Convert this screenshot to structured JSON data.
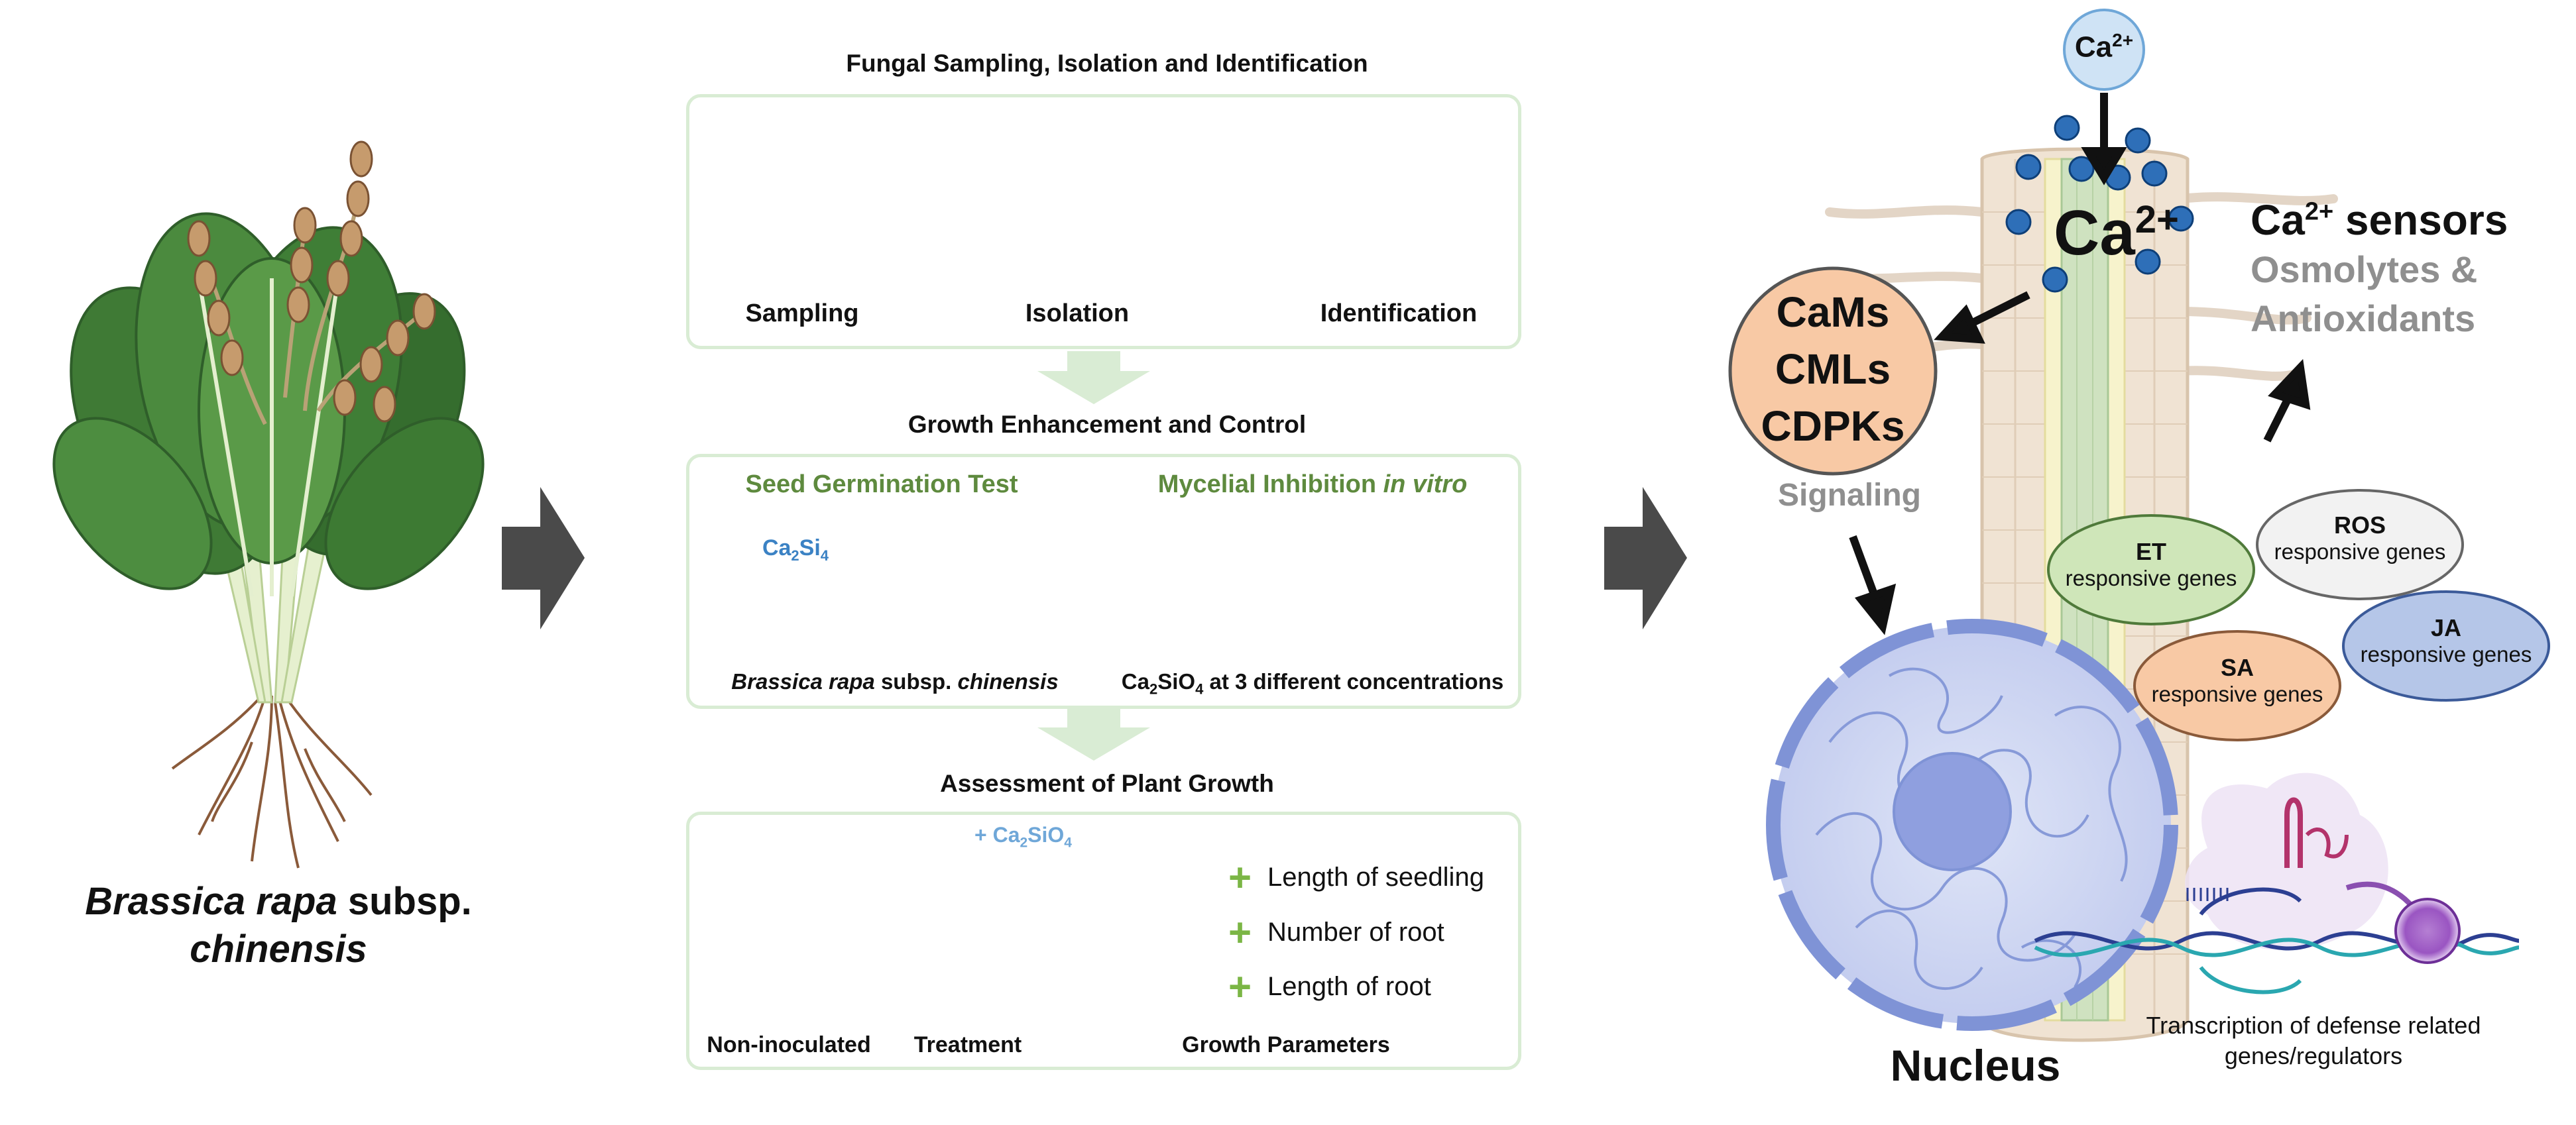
{
  "plant": {
    "name_line1_italic": "Brassica rapa",
    "name_line1_rest": " subsp.",
    "name_line2": "chinensis"
  },
  "workflow": {
    "sampling_title": "Fungal Sampling, Isolation and Identification",
    "steps": [
      "Sampling",
      "Isolation",
      "Identification"
    ],
    "growth_title": "Growth Enhancement and Control",
    "seed_test": "Seed Germination Test",
    "mycelial_inhibition": "Mycelial Inhibition ",
    "mycelial_inhibition_italic": "in vitro",
    "ca2si4_label": "Ca",
    "ca2si4_sub1": "2",
    "ca2si4_mid": "Si",
    "ca2si4_sub2": "4",
    "seed_caption_italic": "Brassica rapa",
    "seed_caption_mid": " subsp. ",
    "seed_caption_italic2": "chinensis",
    "conc_caption_a": "Ca",
    "conc_caption_sub1": "2",
    "conc_caption_b": "SiO",
    "conc_caption_sub2": "4",
    "conc_caption_c": " at 3 different concentrations",
    "assessment_title": "Assessment of Plant Growth",
    "plus_casio4_a": "+ Ca",
    "plus_casio4_sub1": "2",
    "plus_casio4_b": "SiO",
    "plus_casio4_sub2": "4",
    "pot_labels": [
      "Non-inoculated",
      "Treatment"
    ],
    "growth_parameters_label": "Growth Parameters",
    "parameters": [
      "Length of seedling",
      "Number of root",
      "Length of root"
    ]
  },
  "mechanism": {
    "ca_ion": "Ca",
    "ca_ion_sup": "2+",
    "ca_big": "Ca",
    "ca_big_sup": "2+",
    "sensors_a": "Ca",
    "sensors_sup": "2+",
    "sensors_b": " sensors",
    "osmolytes_line1": "Osmolytes &",
    "osmolytes_line2": "Antioxidants",
    "cam_lines": [
      "CaMs",
      "CMLs",
      "CDPKs"
    ],
    "signaling": "Signaling",
    "gene_groups": [
      {
        "name": "ET",
        "sub": "responsive genes",
        "color": "#cfe6b9"
      },
      {
        "name": "ROS",
        "sub": "responsive genes",
        "color": "#f2f2f2"
      },
      {
        "name": "JA",
        "sub": "responsive genes",
        "color": "#b5c6e8"
      },
      {
        "name": "SA",
        "sub": "responsive genes",
        "color": "#f8c9a5"
      }
    ],
    "nucleus": "Nucleus",
    "transcription_line1": "Transcription of defense related",
    "transcription_line2": "genes/regulators"
  },
  "colors": {
    "accent_green": "#5e8a3e",
    "box_border": "#d9ecd4",
    "cam_fill": "#f8c9a5",
    "nucleus_fill": "#c9d3f0",
    "ca_dot": "#2e6fb8",
    "arrow_gray": "#4a4a4a",
    "label_blue": "#6fa7d8"
  }
}
